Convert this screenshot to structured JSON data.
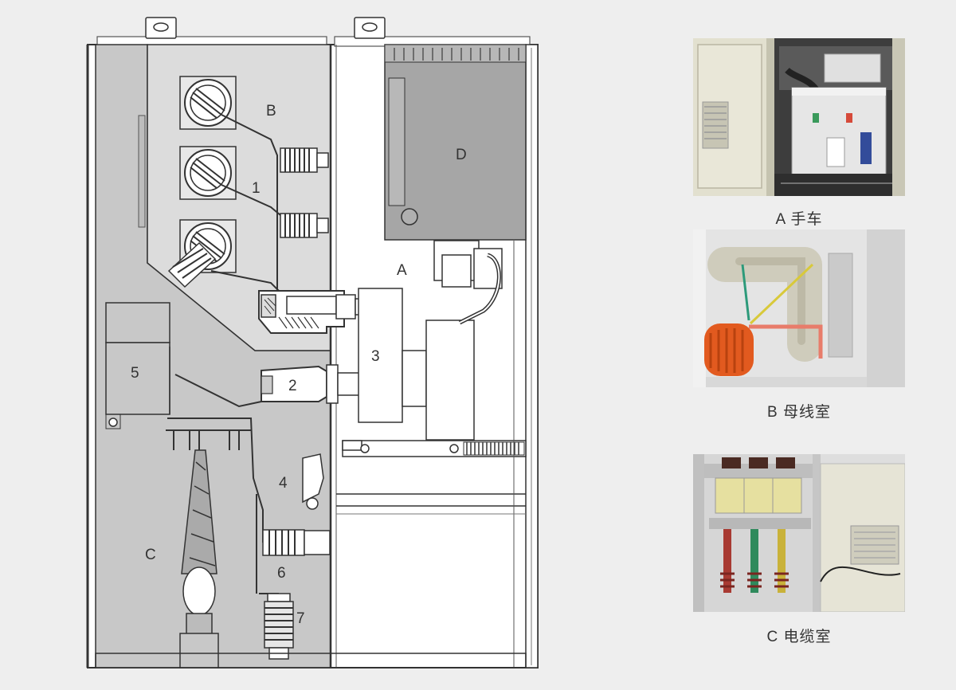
{
  "diagram": {
    "labels": {
      "B": "B",
      "D": "D",
      "A": "A",
      "C": "C",
      "n1": "1",
      "n2": "2",
      "n3": "3",
      "n4": "4",
      "n5": "5",
      "n6": "6",
      "n7": "7"
    }
  },
  "photos": [
    {
      "caption": "A 手车"
    },
    {
      "caption": "B 母线室"
    },
    {
      "caption": "C 电缆室"
    }
  ],
  "colors": {
    "background": "#eeeeee",
    "cable_room": "#c8c8c8",
    "busbar_room": "#dcdcdc",
    "breaker_compartment": "#ffffff",
    "instrument_room": "#a6a6a6",
    "outline": "#333333",
    "insulator_orange": "#e25a1f"
  }
}
